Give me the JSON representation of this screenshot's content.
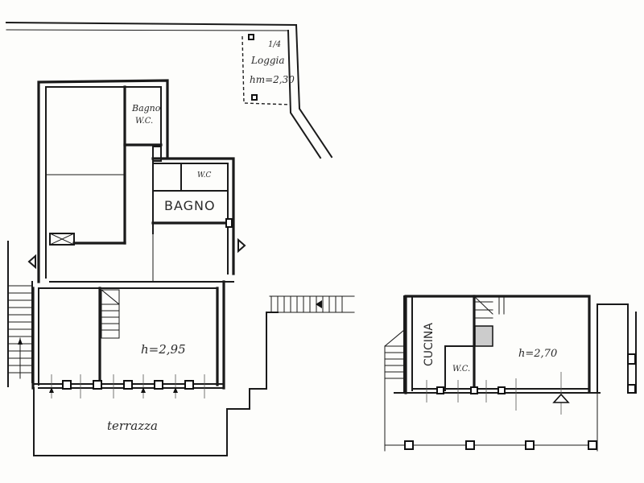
{
  "floor_plan": {
    "left_unit": {
      "rooms": {
        "loggia_fraction": "1/4",
        "loggia_label": "Loggia",
        "loggia_height": "hm=2,30",
        "bagno_wc_top": "Bagno",
        "bagno_wc_top_sub": "W.C.",
        "wc_small": "W.C",
        "bagno_large": "BAGNO",
        "living_height": "h=2,95",
        "terrace": "terrazza"
      }
    },
    "right_unit": {
      "rooms": {
        "kitchen": "CUCINA",
        "wc": "W.C.",
        "main_height": "h=2,70"
      }
    },
    "colors": {
      "line": "#1a1a1a",
      "paper": "#fdfdfb"
    }
  }
}
